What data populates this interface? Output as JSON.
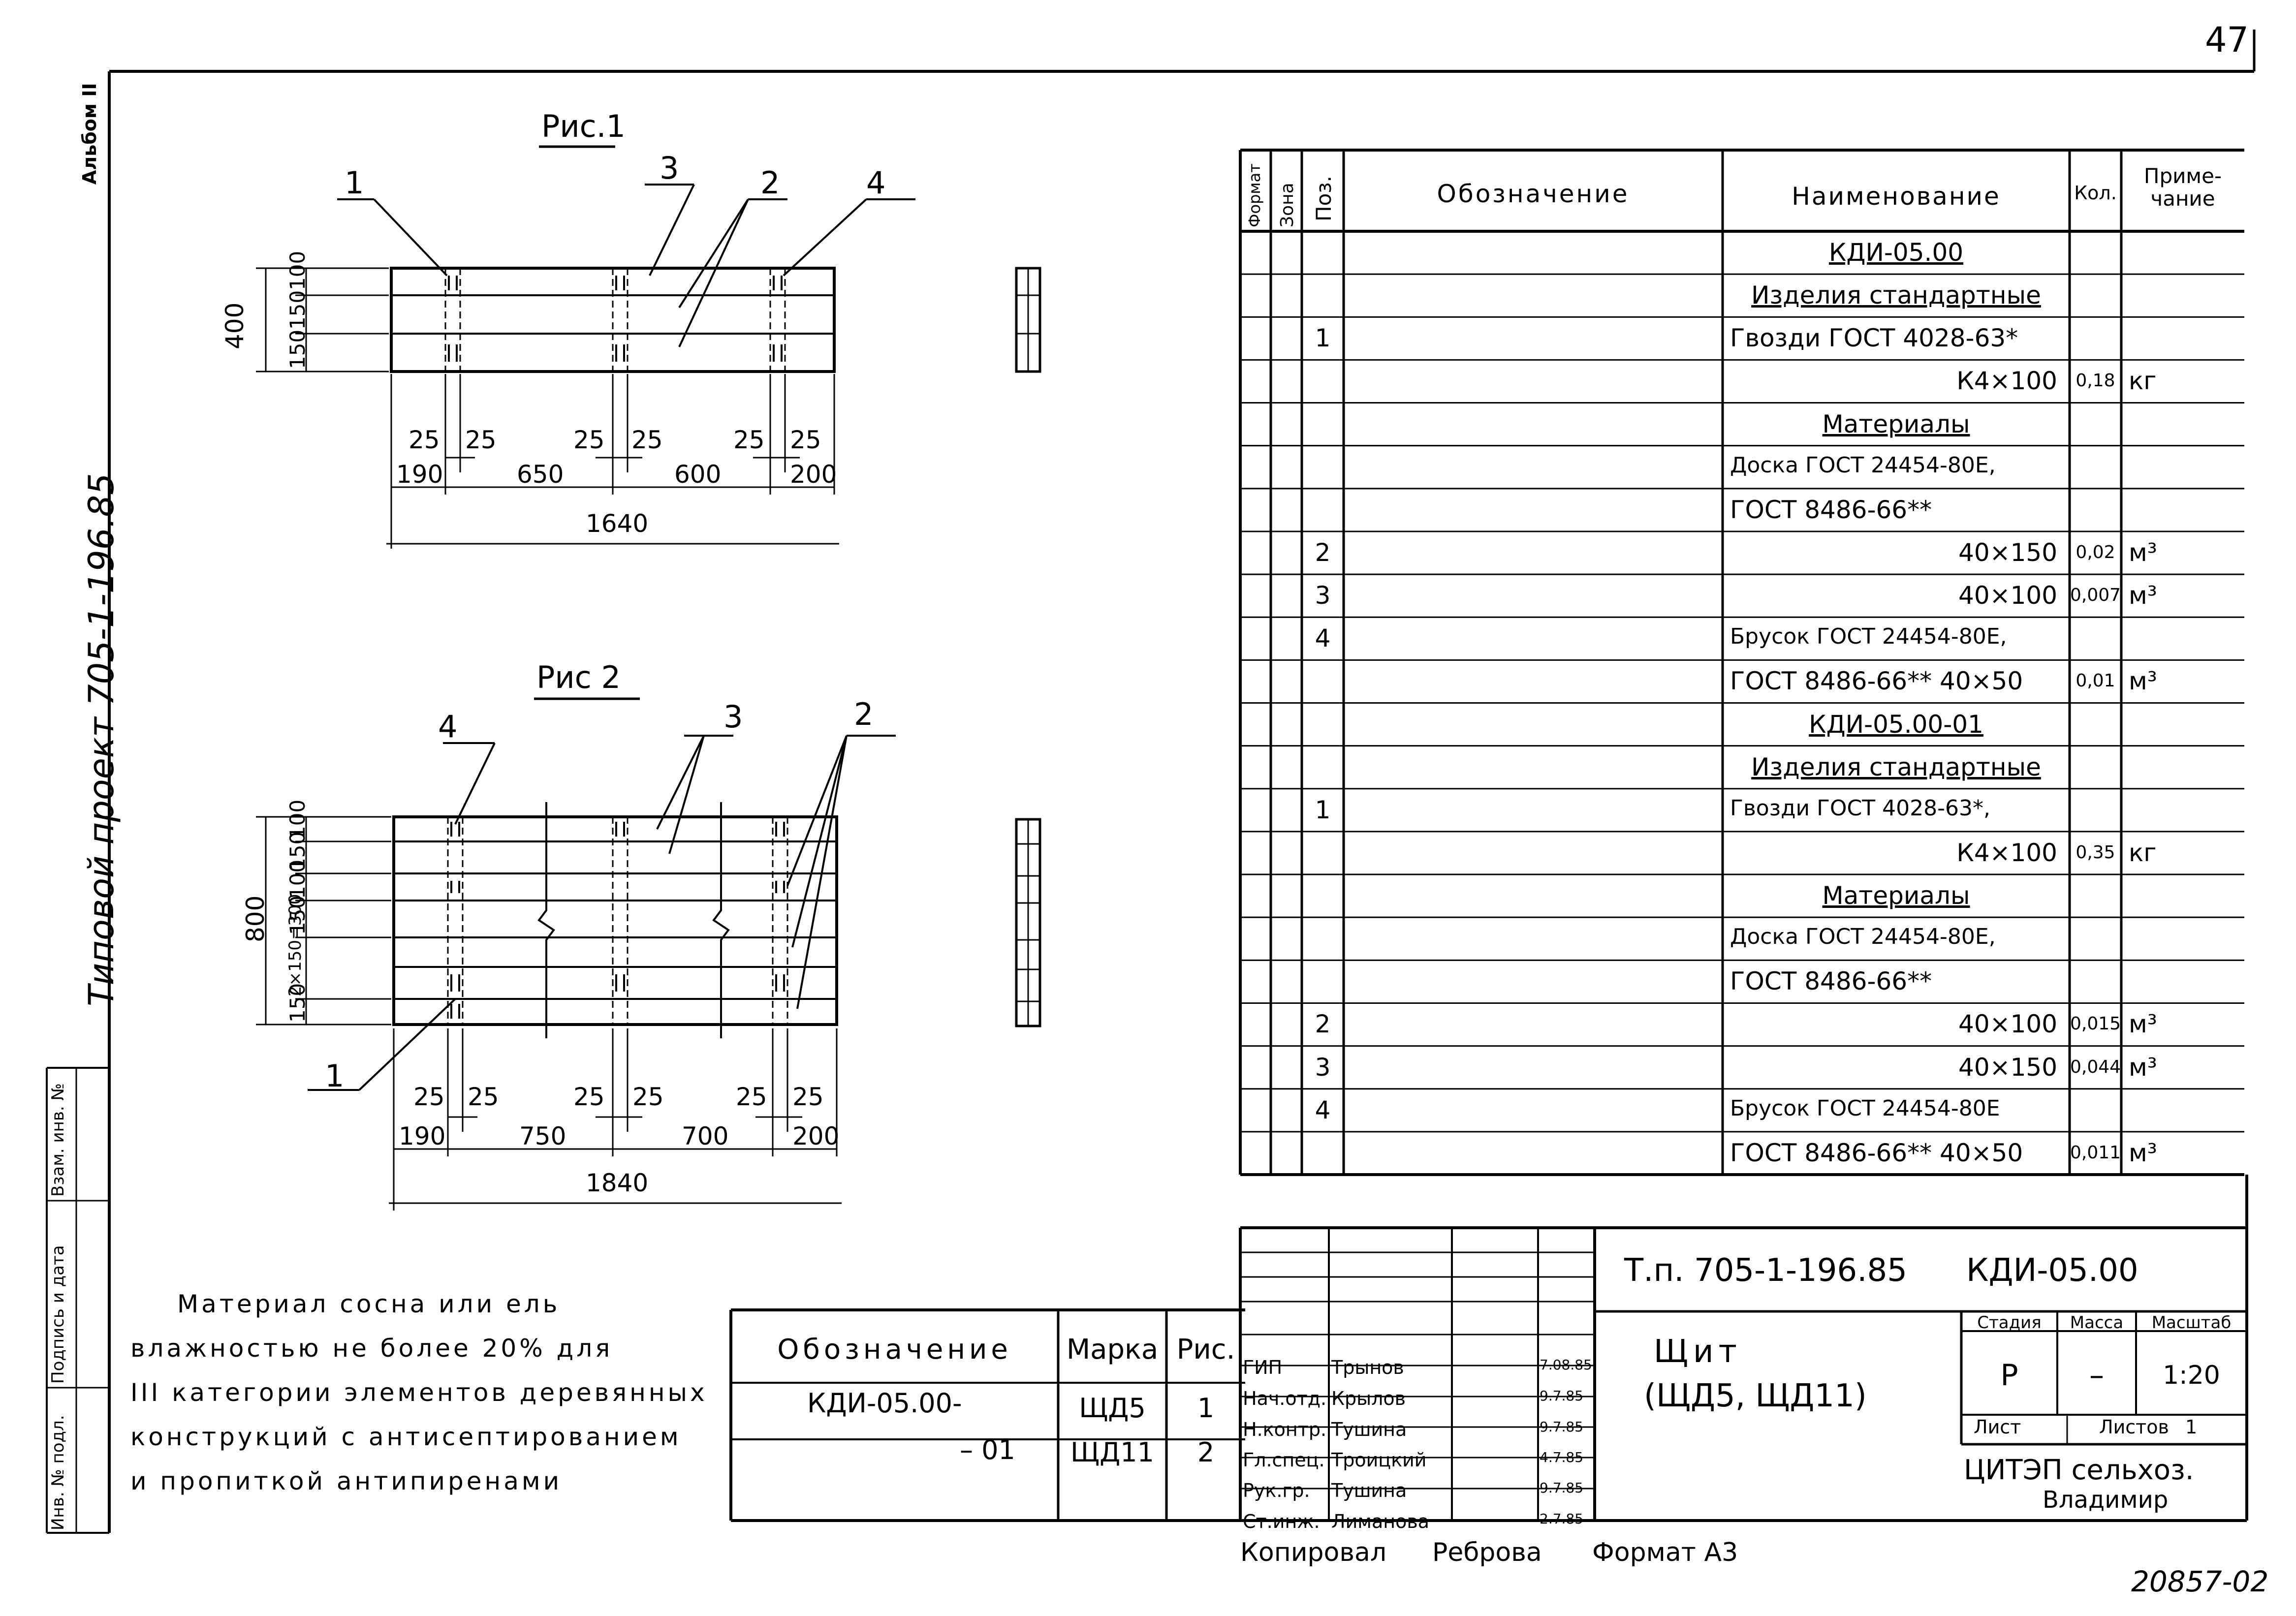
{
  "sheet": {
    "number": "47",
    "album": "Альбом II",
    "project_side": "Типовой проект 705-1-196.85",
    "bottom_code": "20857-02",
    "footer": {
      "copied_label": "Копировал",
      "copied_name": "Реброва",
      "format": "Формат А3"
    }
  },
  "side_stamp": [
    "Инв. № подл.",
    "Подпись и дата",
    "Взам. инв. №"
  ],
  "fig1": {
    "title": "Рис.1",
    "leaders": [
      "1",
      "3",
      "2",
      "4"
    ],
    "height_total": "400",
    "heights": [
      "100",
      "150",
      "150"
    ],
    "spacings": [
      "25",
      "25",
      "25",
      "25",
      "25",
      "25"
    ],
    "segments": [
      "190",
      "650",
      "600",
      "200"
    ],
    "length": "1640"
  },
  "fig2": {
    "title": "Рис 2",
    "leaders": [
      "4",
      "3",
      "2",
      "1"
    ],
    "height_total": "800",
    "heights": [
      "100",
      "150",
      "100",
      "150",
      "2×150=300",
      "150"
    ],
    "spacings": [
      "25",
      "25",
      "25",
      "25",
      "25",
      "25"
    ],
    "segments": [
      "190",
      "750",
      "700",
      "200"
    ],
    "length": "1840"
  },
  "note": [
    "Материал сосна или ель",
    "влажностью не более 20% для",
    "III категории элементов деревянных",
    "конструкций с антисептированием",
    "и пропиткой антипиренами"
  ],
  "spec": {
    "headers": {
      "format": "Формат",
      "zone": "Зона",
      "pos": "Поз.",
      "designation": "Обозначение",
      "name": "Наименование",
      "qty": "Кол.",
      "note": "Приме-чание"
    },
    "rows": [
      {
        "pos": "",
        "name": "КДИ-05.00",
        "style": "center-u",
        "qty": "",
        "unit": ""
      },
      {
        "pos": "",
        "name": "Изделия стандартные",
        "style": "center-u",
        "qty": "",
        "unit": ""
      },
      {
        "pos": "1",
        "name": "Гвозди ГОСТ 4028-63*",
        "style": "left",
        "qty": "",
        "unit": ""
      },
      {
        "pos": "",
        "name": "К4×100",
        "style": "right",
        "qty": "0,18",
        "unit": "кг"
      },
      {
        "pos": "",
        "name": "Материалы",
        "style": "center-u",
        "qty": "",
        "unit": ""
      },
      {
        "pos": "",
        "name": "Доска ГОСТ 24454-80Е,",
        "style": "left",
        "qty": "",
        "unit": ""
      },
      {
        "pos": "",
        "name": "ГОСТ 8486-66**",
        "style": "left",
        "qty": "",
        "unit": ""
      },
      {
        "pos": "2",
        "name": "40×150",
        "style": "right",
        "qty": "0,02",
        "unit": "м³"
      },
      {
        "pos": "3",
        "name": "40×100",
        "style": "right",
        "qty": "0,007",
        "unit": "м³"
      },
      {
        "pos": "4",
        "name": "Брусок ГОСТ 24454-80Е,",
        "style": "left",
        "qty": "",
        "unit": ""
      },
      {
        "pos": "",
        "name": "ГОСТ 8486-66** 40×50",
        "style": "left",
        "qty": "0,01",
        "unit": "м³"
      },
      {
        "pos": "",
        "name": "КДИ-05.00-01",
        "style": "center-u",
        "qty": "",
        "unit": ""
      },
      {
        "pos": "",
        "name": "Изделия стандартные",
        "style": "center-u",
        "qty": "",
        "unit": ""
      },
      {
        "pos": "1",
        "name": "Гвозди ГОСТ 4028-63*,",
        "style": "left",
        "qty": "",
        "unit": ""
      },
      {
        "pos": "",
        "name": "К4×100",
        "style": "right",
        "qty": "0,35",
        "unit": "кг"
      },
      {
        "pos": "",
        "name": "Материалы",
        "style": "center-u",
        "qty": "",
        "unit": ""
      },
      {
        "pos": "",
        "name": "Доска ГОСТ 24454-80Е,",
        "style": "left",
        "qty": "",
        "unit": ""
      },
      {
        "pos": "",
        "name": "ГОСТ 8486-66**",
        "style": "left",
        "qty": "",
        "unit": ""
      },
      {
        "pos": "2",
        "name": "40×100",
        "style": "right",
        "qty": "0,015",
        "unit": "м³"
      },
      {
        "pos": "3",
        "name": "40×150",
        "style": "right",
        "qty": "0,044",
        "unit": "м³"
      },
      {
        "pos": "4",
        "name": "Брусок ГОСТ 24454-80Е",
        "style": "left",
        "qty": "",
        "unit": ""
      },
      {
        "pos": "",
        "name": "ГОСТ 8486-66** 40×50",
        "style": "left",
        "qty": "0,011",
        "unit": "м³"
      }
    ]
  },
  "variants": {
    "headers": {
      "designation": "Обозначение",
      "mark": "Марка",
      "fig": "Рис."
    },
    "rows": [
      {
        "designation": "КДИ-05.00-",
        "mark": "ЩД5",
        "fig": "1"
      },
      {
        "designation": "– 01",
        "mark": "ЩД11",
        "fig": "2"
      }
    ]
  },
  "title_block": {
    "code": "Т.п. 705-1-196.85",
    "doc": "КДИ-05.00",
    "name_line1": "Щит",
    "name_line2": "(ЩД5, ЩД11)",
    "stage_h": "Стадия",
    "mass_h": "Масса",
    "scale_h": "Масштаб",
    "stage": "Р",
    "mass": "–",
    "scale": "1:20",
    "sheet_h": "Лист",
    "sheets_h": "Листов",
    "sheets": "1",
    "org_line1": "ЦИТЭП сельхоз.",
    "org_line2": "Владимир",
    "people": [
      {
        "role": "ГИП",
        "name": "Трынов",
        "date": "7.08.85"
      },
      {
        "role": "Нач.отд.",
        "name": "Крылов",
        "date": "9.7.85"
      },
      {
        "role": "Н.контр.",
        "name": "Тушина",
        "date": "9.7.85"
      },
      {
        "role": "Гл.спец.",
        "name": "Троицкий",
        "date": "4.7.85"
      },
      {
        "role": "Рук.гр.",
        "name": "Тушина",
        "date": "9.7.85"
      },
      {
        "role": "Ст.инж.",
        "name": "Лиманова",
        "date": "2.7.85"
      }
    ]
  }
}
